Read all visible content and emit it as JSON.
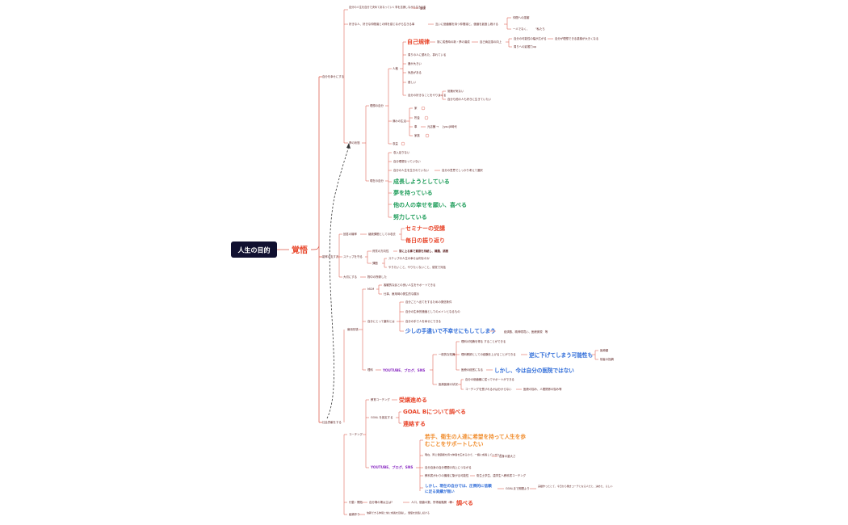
{
  "root": {
    "label": "人生の目的"
  },
  "main": {
    "label": "覚悟"
  },
  "branches": {
    "b1": {
      "label": "自分を幸せにする"
    },
    "b1a": {
      "label": "自分の人生を自分で決めてあなっていく事を意識しながら生きる事"
    },
    "b1a1": {
      "label": "勉強"
    },
    "b1b": {
      "label": "好きな人、好きな仲間達との絆を感じながら生きる事"
    },
    "b1b1": {
      "label": "互いに価値観を持つ仲間達と、価値を創造し続ける"
    },
    "b1b1a": {
      "label": "仲間への感謝"
    },
    "b1b1b": {
      "label": "一人でなく、"
    },
    "b1b1b_word": {
      "label": "\"私たち"
    },
    "sd_state": {
      "label": "夢の状態"
    },
    "ideal": {
      "label": "理想の自分"
    },
    "person": {
      "label": "人格"
    },
    "jiko": {
      "label": "自己規律"
    },
    "jiko1": {
      "label": "常に成長時の新・夢の達成"
    },
    "jiko2": {
      "label": "自己肯定感の向上"
    },
    "jiko2a": {
      "label": "自分の可能性の幅が広がる"
    },
    "jiko2a1": {
      "label": "自分が理想できる感謝が大きくなる"
    },
    "jiko2b": {
      "label": "周りへの影響力up"
    },
    "p1": {
      "label": "周りの人に優れた、慕れている"
    },
    "p2": {
      "label": "器が大きい"
    },
    "p3": {
      "label": "気品がある"
    },
    "p4": {
      "label": "優しい"
    },
    "p5": {
      "label": "自分の好きなことをやりまくる"
    },
    "p5a": {
      "label": "常識が気ない"
    },
    "p5b": {
      "label": "自分も他の人も好きに生きていたい"
    },
    "env": {
      "label": "満わの生活"
    },
    "env1": {
      "label": "家"
    },
    "env2": {
      "label": "貯金"
    },
    "env3": {
      "label": "車"
    },
    "env3a": {
      "label": "元店舗 →"
    },
    "env3b": {
      "label": "[you]8時代"
    },
    "env4": {
      "label": "家族"
    },
    "money": {
      "label": "収益"
    },
    "now": {
      "label": "現在の自分"
    },
    "now1": {
      "label": "収入足りない"
    },
    "now2": {
      "label": "自分理想なっていない"
    },
    "now3": {
      "label": "自分の人生を生きれていない"
    },
    "now3a": {
      "label": "自分の意思でしっかり考えて選択"
    },
    "g1": {
      "label": "成長しようとしている"
    },
    "g2": {
      "label": "夢を持っている"
    },
    "g3": {
      "label": "他の人の幸せを願い、喜べる"
    },
    "g4": {
      "label": "努力している"
    },
    "b2": {
      "label": "能率の支す方"
    },
    "b2a": {
      "label": "回答の機率"
    },
    "b2a1": {
      "label": "継続課題としての収去"
    },
    "b2a1a": {
      "label": "セミナーの受講"
    },
    "b2a1b": {
      "label": "毎日の振り返り"
    },
    "b2b": {
      "label": "ステップを守る"
    },
    "b2b1": {
      "label": "資質の方向性"
    },
    "b2b1a": {
      "label": "常に上る事で意欲を持続し、難題、挑戦"
    },
    "b2b2": {
      "label": "課題"
    },
    "b2b2a": {
      "label": "ステップの人生の幸せは何なのか"
    },
    "b2b2b": {
      "label": "やりたいこと、やりたくないこと、感覚で対話"
    },
    "b2c": {
      "label": "大切にする"
    },
    "b2c1": {
      "label": "物中の所縁した"
    },
    "b3": {
      "label": "自分の才能を実行する"
    },
    "b3a": {
      "label": "雇用形態"
    },
    "b3a1": {
      "label": "MCM"
    },
    "b3a1a": {
      "label": "客観的な民との良い人生をサポートできる"
    },
    "b3a1b": {
      "label": "仕事、雇用時の発生的な展示"
    },
    "b3a2": {
      "label": "自分にとって裏料とは"
    },
    "b3a2a": {
      "label": "自分ごとへ出てをするための発信条件"
    },
    "b3a2b": {
      "label": "自分の生命的価値としてのメインとなるもの"
    },
    "b3a2c": {
      "label": "自分の手で人を幸せにできる"
    },
    "b3a2d": {
      "label": "少しの手違いで不幸せにもしてしまう"
    },
    "b3a2d1": {
      "label": "経済数、精神環境い、医療実現　等"
    },
    "b3a3": {
      "label": "理科"
    },
    "b3a3a": {
      "label": "YOUTUBE、ブログ、SNS"
    },
    "b3a3b": {
      "label": "一般的な知識"
    },
    "b3a3b1": {
      "label": "理科の知識を得る することができる"
    },
    "b3a3b2": {
      "label": "理科教師としての経験を上げることができる"
    },
    "b3a3b2a": {
      "label": "逆に下げてしまう可能性も"
    },
    "b3a3b2a1": {
      "label": "医療額"
    },
    "b3a3b2a2": {
      "label": "他者の指摘"
    },
    "b3a3b3": {
      "label": "医療の経営になる"
    },
    "b3a3b3a": {
      "label": "しかし、今は自分の医院ではない"
    },
    "b3a3c": {
      "label": "医療医療の状況"
    },
    "b3a3c1": {
      "label": "自分の価値観に従ってサポートができる"
    },
    "b3a3c2": {
      "label": "コーチングを受けれるかは分からない"
    },
    "b3a3c2a": {
      "label": "医療の悩み、人間関係の悩み等"
    },
    "b4": {
      "label": "社会貢献をする"
    },
    "b4a": {
      "label": "コーチング"
    },
    "b4a1": {
      "label": "教育コーチング"
    },
    "b4a1a": {
      "label": "受講進める"
    },
    "b4a2": {
      "label": "GOAL を設定する"
    },
    "b4a2a": {
      "label": "GOAL Bについて調べる"
    },
    "b4a2b": {
      "label": "連絡する"
    },
    "b4a3": {
      "label": "YOUTUBE、ブログ、SNS"
    },
    "b4a3a_1": {
      "label": "若手、衛生の人達に希望を持って人生を歩"
    },
    "b4a3a_2": {
      "label": "むことをサポートしたい"
    },
    "b4a3b": {
      "label": "現在、同じ価値観を持つ仲間を広めるので、一緒に成長していきたい"
    },
    "b4a3b1": {
      "label": "自身の重大さ"
    },
    "b4a3c": {
      "label": "自分自身の自分理想の向上につながる"
    },
    "b4a3d": {
      "label": "教科書がわりの機械に繋がる可能性"
    },
    "b4a3d1": {
      "label": "衛生士学生、歯学生へ教科書コーチング"
    },
    "b4a3e_1": {
      "label": "しかし、現在の自分では、圧倒的に信頼"
    },
    "b4a3e_2": {
      "label": "に足る実績が無い"
    },
    "b4a3e1": {
      "label": "GOALまで期間より"
    },
    "b4a3e1a": {
      "label": "実績作ったとて、今日から働きコーチとなる人だと、決めた、らしい"
    },
    "b4b": {
      "label": "行動・開拓"
    },
    "b4b1": {
      "label": "自分場の場は主は?"
    },
    "b4b1a": {
      "label": "人口、価値の数、所得者階層　等"
    },
    "b4b1b": {
      "label": "調べる"
    },
    "b4c": {
      "label": "組織作り"
    },
    "b4c1": {
      "label": "信頼できる仲間と常に成長を目指し、価値を創造し続ける"
    }
  }
}
